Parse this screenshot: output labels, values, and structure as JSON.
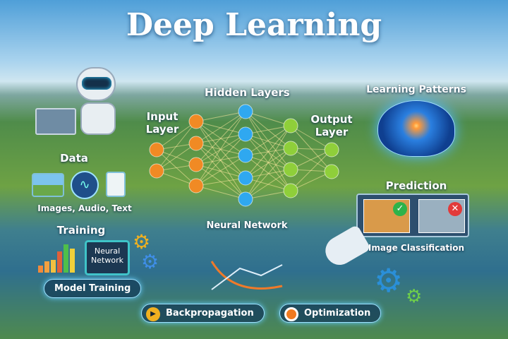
{
  "title": "Deep Learning",
  "network": {
    "input_label": "Input\nLayer",
    "hidden_label": "Hidden Layers",
    "output_label": "Output\nLayer",
    "caption": "Neural Network",
    "colors": {
      "input": "#f08a24",
      "hidden": "#2fa8f0",
      "output": "#8fcf3a"
    }
  },
  "brain": {
    "label": "Learning Patterns"
  },
  "data": {
    "label": "Data",
    "caption": "Images, Audio, Text",
    "icons": [
      "image-icon",
      "audio-waveform-icon",
      "document-icon"
    ]
  },
  "prediction": {
    "label": "Prediction",
    "caption": "Image Classification",
    "results": [
      {
        "icon": "check-icon",
        "color": "#2db34a"
      },
      {
        "icon": "cross-icon",
        "color": "#e23a3a"
      }
    ]
  },
  "training": {
    "label": "Training",
    "chip": "Neural\nNetwork",
    "button": "Model Training"
  },
  "bottom": {
    "backprop": "Backpropagation",
    "optimization": "Optimization"
  }
}
